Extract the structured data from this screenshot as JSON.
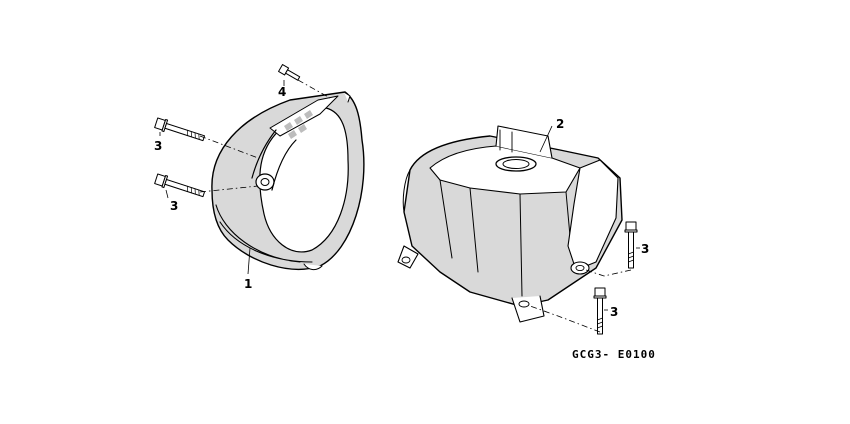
{
  "diagram": {
    "parts": [
      {
        "label": "1",
        "icon": "fan-cover-icon"
      },
      {
        "label": "2",
        "icon": "engine-shroud-icon"
      },
      {
        "label": "3",
        "icon": "flange-bolt-icon"
      },
      {
        "label": "3",
        "icon": "flange-bolt-icon"
      },
      {
        "label": "3",
        "icon": "flange-bolt-icon"
      },
      {
        "label": "3",
        "icon": "flange-bolt-icon"
      },
      {
        "label": "4",
        "icon": "screw-icon"
      }
    ],
    "reference_code": "GCG3- E0100"
  }
}
